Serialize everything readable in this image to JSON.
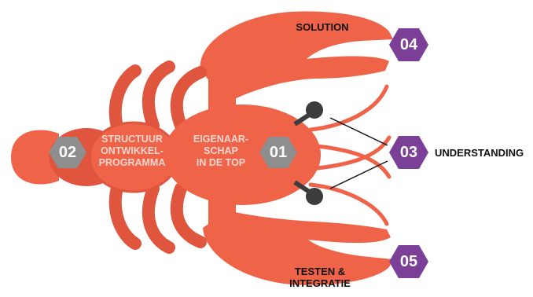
{
  "colors": {
    "body": "#ef6448",
    "body_dark": "#e0553d",
    "hex_grey": "#8e8e8e",
    "hex_purple": "#7b3f98",
    "eye": "#3c3c3c",
    "line": "#111111"
  },
  "stages": [
    {
      "number": "01",
      "label": "EIGENAAR-\nSCHAP\nIN DE TOP"
    },
    {
      "number": "02",
      "label": "STRUCTUUR\nONTWIKKEL-\nPROGRAMMA"
    },
    {
      "number": "03",
      "label": "UNDERSTANDING"
    },
    {
      "number": "04",
      "label": "SOLUTION"
    },
    {
      "number": "05",
      "label": "TESTEN &\nINTEGRATIE"
    }
  ]
}
